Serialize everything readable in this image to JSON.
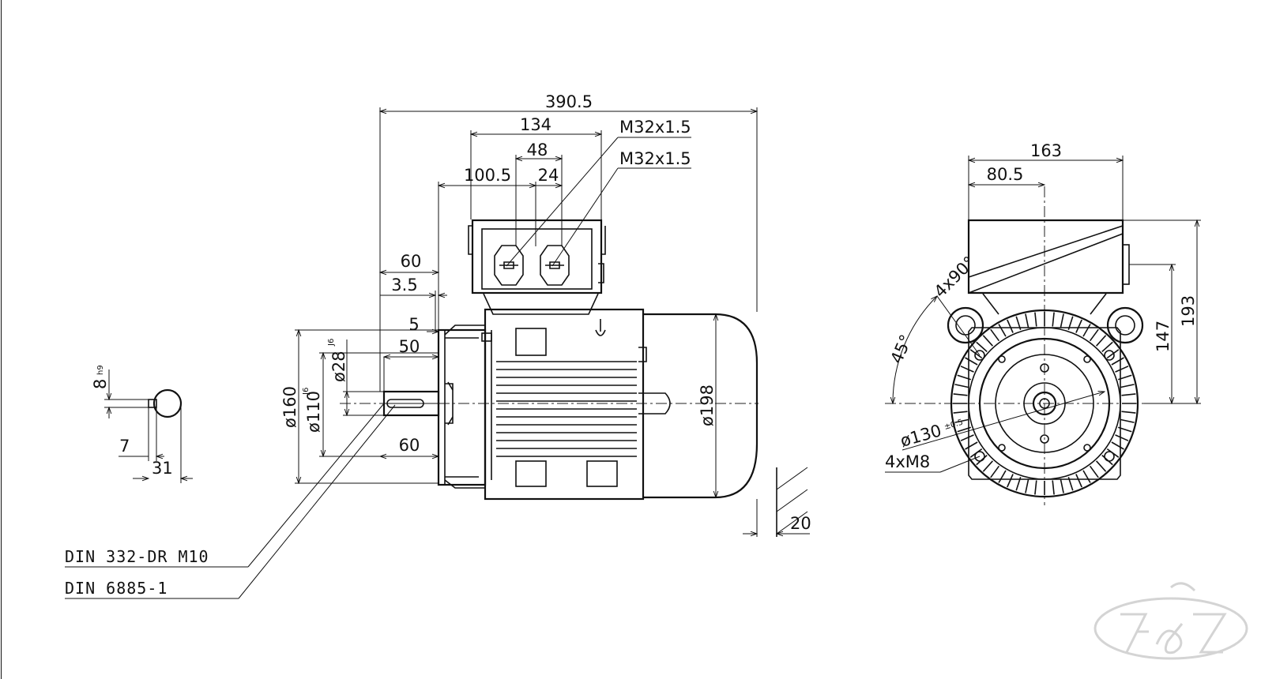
{
  "drawing": {
    "side_view": {
      "overall_length": "390.5",
      "terminal_box_width": "134",
      "gland_spacing": "48",
      "gland_offset": "24",
      "box_position": "100.5",
      "flange_position": "60",
      "spigot_depth": "3.5",
      "key_depth": "5",
      "shaft_length": "50",
      "foot_offset": "60",
      "flange_dia": "ø160",
      "spigot_dia": "ø110",
      "spigot_tol": "J6",
      "shaft_dia": "ø28",
      "shaft_tol": "J6",
      "frame_dia": "ø198",
      "gland_top": "M32x1.5",
      "gland_bottom": "M32x1.5",
      "fan_clearance": "20"
    },
    "key_section": {
      "key_width": "8",
      "key_width_tol": "h9",
      "key_depth": "7",
      "shaft_height": "31"
    },
    "front_view": {
      "total_width": "163",
      "half_width": "80.5",
      "box_height": "193",
      "gland_height": "147",
      "bolt_pattern": "4x90°",
      "bolt_angle": "45°",
      "pitch_dia": "ø130",
      "pitch_tol": "±0.5",
      "threads": "4xM8"
    },
    "callouts": {
      "center_hole": "DIN 332-DR M10",
      "key_standard": "DIN 6885-1"
    }
  }
}
